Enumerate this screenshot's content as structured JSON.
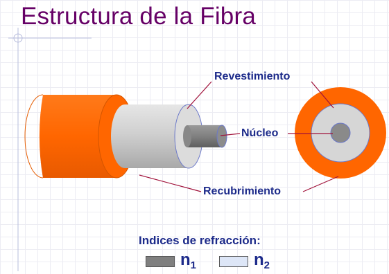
{
  "title": "Estructura de la Fibra",
  "labels": {
    "revestimiento": "Revestimiento",
    "nucleo": "Núcleo",
    "recubrimiento": "Recubrimiento"
  },
  "legend": {
    "heading": "Indices de refracción:",
    "items": [
      {
        "symbol": "n",
        "subscript": "1",
        "color": "#7f7f7f"
      },
      {
        "symbol": "n",
        "subscript": "2",
        "color": "#dde6f7"
      }
    ]
  },
  "colors": {
    "jacket": "#ff6600",
    "cladding": "#cccccc",
    "core": "#7f7f7f",
    "text": "#1c2a8a",
    "title": "#660066"
  }
}
